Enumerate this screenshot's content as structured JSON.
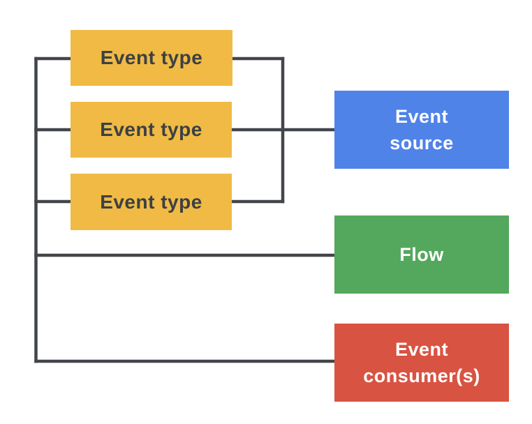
{
  "diagram": {
    "background_color": "#FFFFFF",
    "line_color": "#42464B",
    "nodes": {
      "event_type_1": {
        "label": "Event type",
        "fill": "#F0BA44",
        "text_color": "#3C4043"
      },
      "event_type_2": {
        "label": "Event type",
        "fill": "#F0BA44",
        "text_color": "#3C4043"
      },
      "event_type_3": {
        "label": "Event type",
        "fill": "#F0BA44",
        "text_color": "#3C4043"
      },
      "event_source": {
        "label": "Event\nsource",
        "fill": "#5083E8",
        "text_color": "#FFFFFF"
      },
      "flow": {
        "label": "Flow",
        "fill": "#53A85D",
        "text_color": "#FFFFFF"
      },
      "event_consumers": {
        "label": "Event\nconsumer(s)",
        "fill": "#D95342",
        "text_color": "#FFFFFF"
      }
    }
  }
}
